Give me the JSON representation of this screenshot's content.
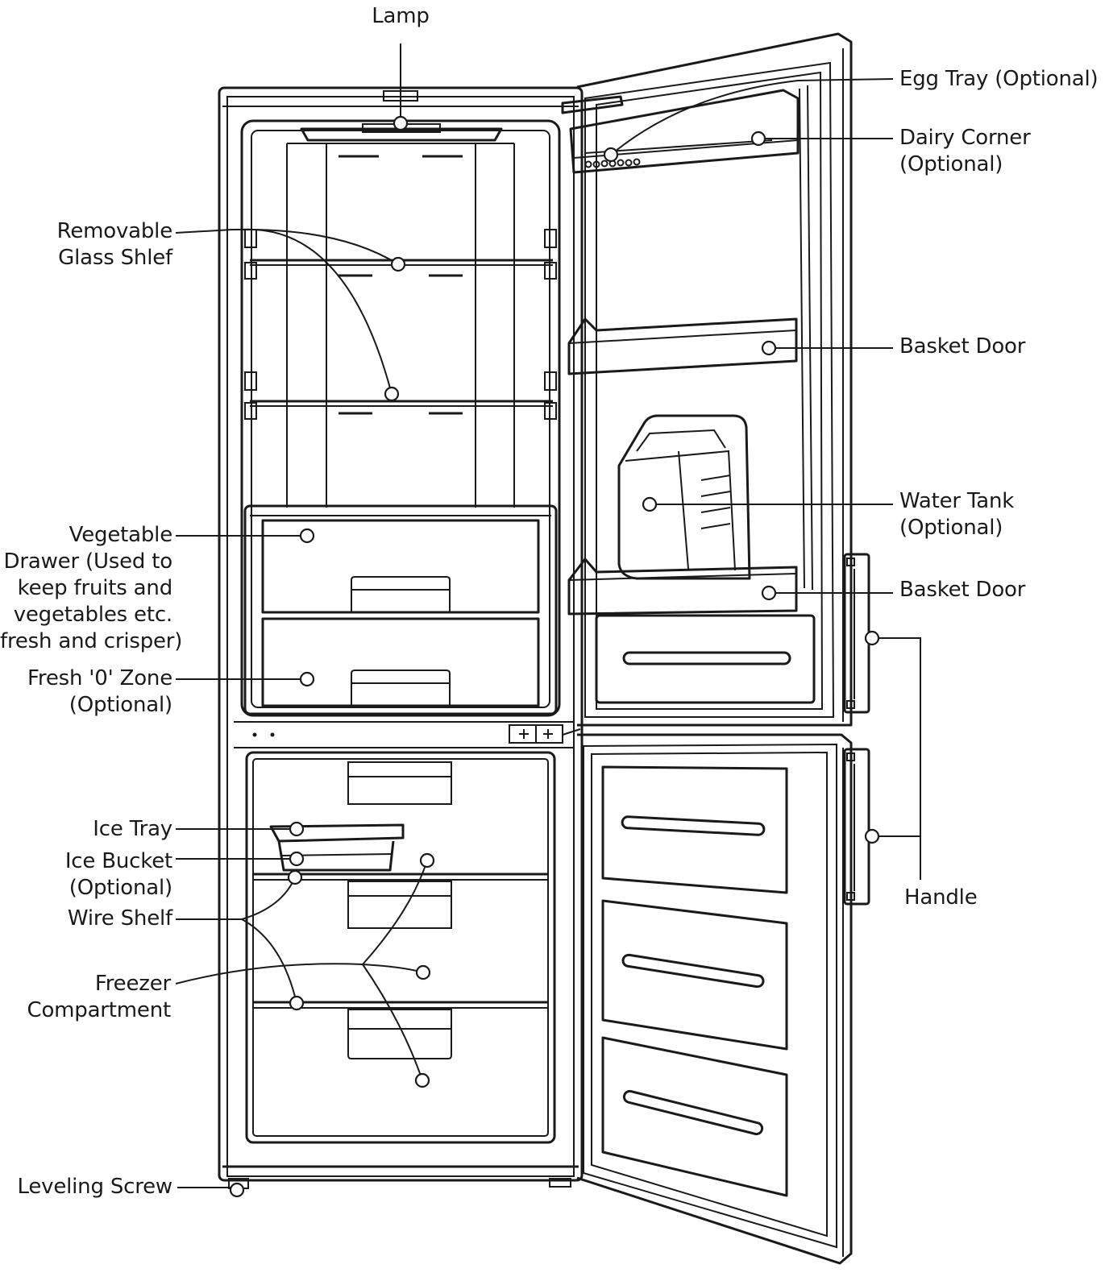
{
  "labels": {
    "lamp": "Lamp",
    "egg_tray": "Egg Tray (Optional)",
    "dairy_corner": "Dairy Corner\n(Optional)",
    "removable_glass_shelf": "Removable\nGlass Shlef",
    "basket_door_upper": "Basket Door",
    "water_tank": "Water Tank\n(Optional)",
    "basket_door_lower": "Basket Door",
    "vegetable_drawer": "Vegetable\nDrawer (Used to\nkeep fruits and\nvegetables etc.\nfresh and crisper)",
    "fresh_zone": "Fresh '0' Zone\n(Optional)",
    "handle": "Handle",
    "ice_tray": "Ice Tray",
    "ice_bucket": "Ice Bucket\n(Optional)",
    "wire_shelf": "Wire Shelf",
    "freezer_compartment": "Freezer\nCompartment",
    "leveling_screw": "Leveling Screw"
  },
  "colors": {
    "line": "#1a1a1a",
    "background": "#ffffff"
  }
}
